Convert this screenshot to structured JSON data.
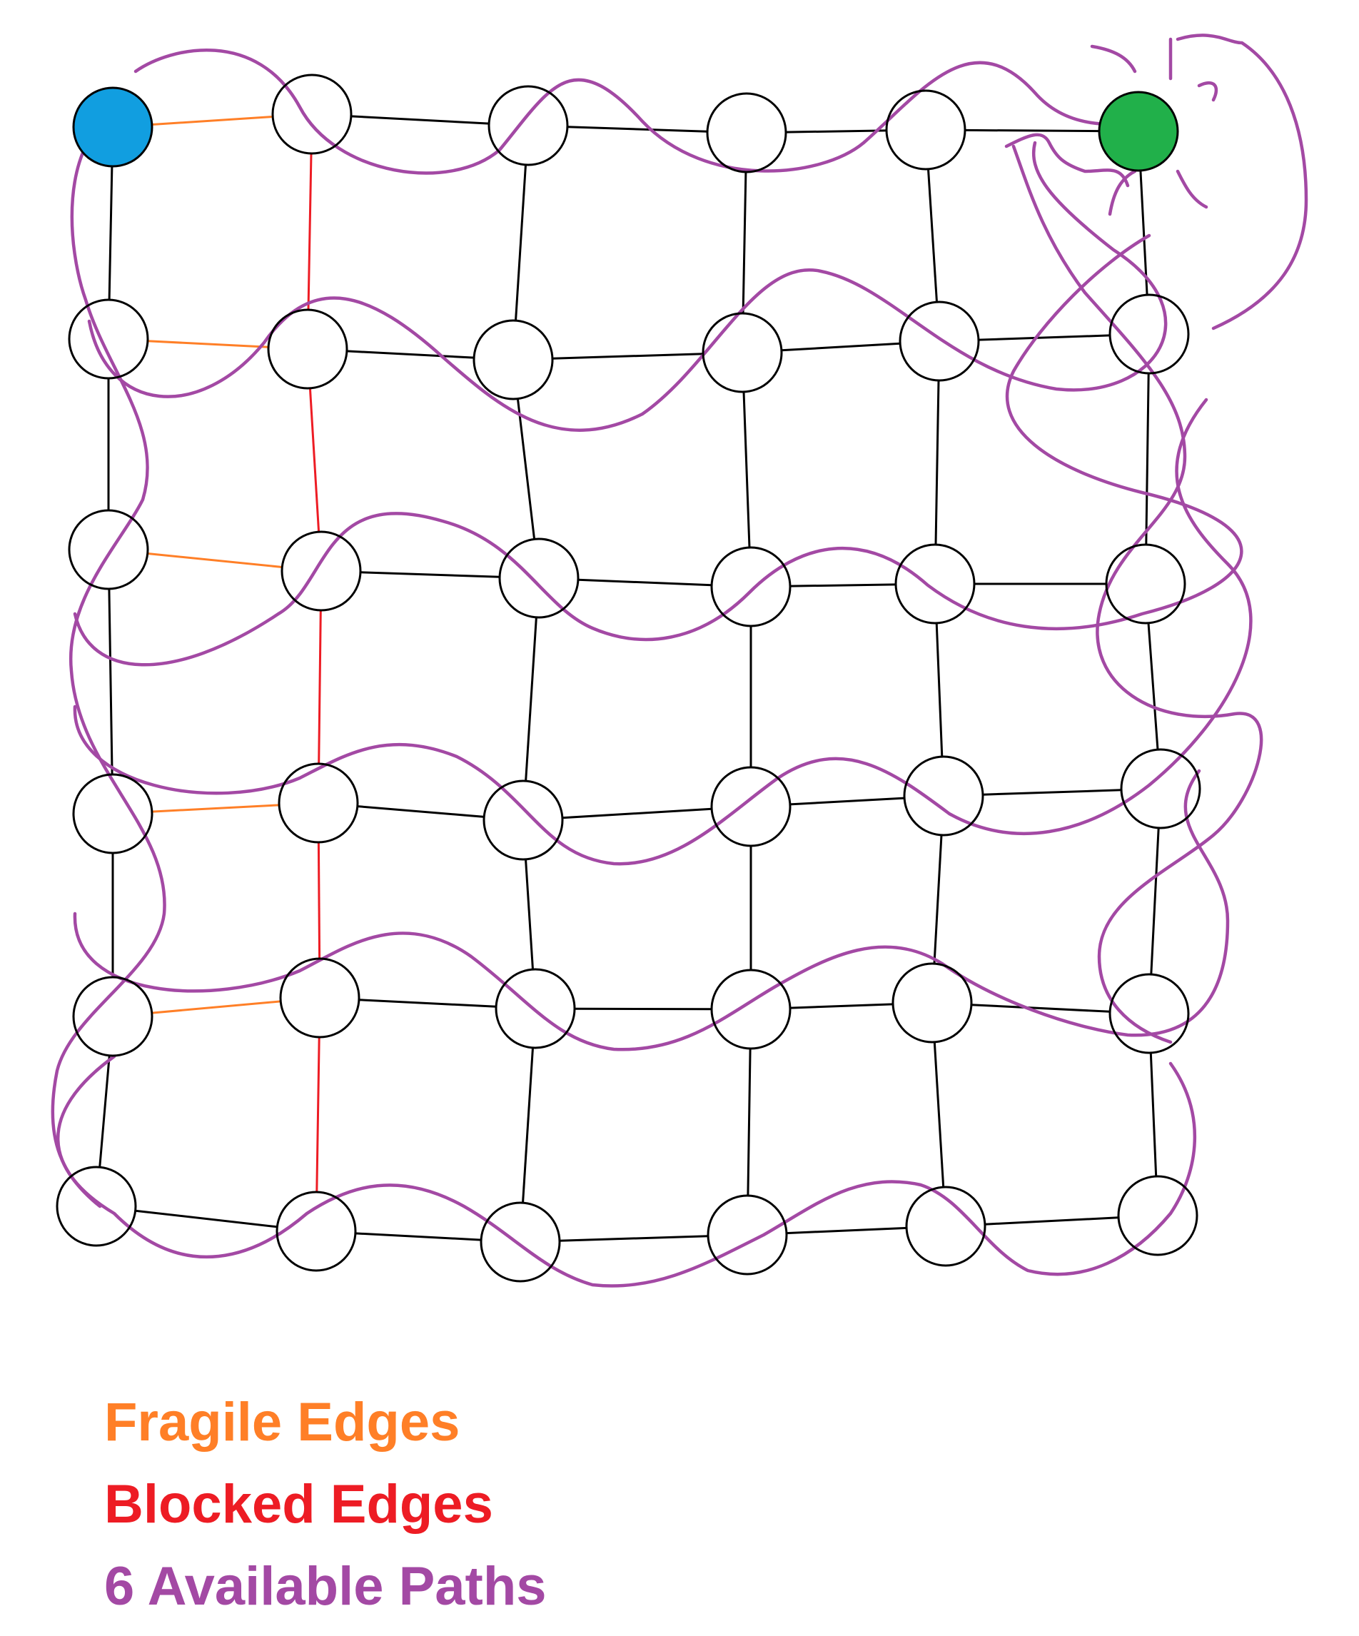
{
  "colors": {
    "background": "#ffffff",
    "start_node": "#119ee0",
    "goal_node": "#21b04a",
    "fragile": "#ff7f27",
    "blocked": "#ed1c24",
    "path": "#a349a4",
    "edge": "#000000"
  },
  "legend": {
    "fragile": "Fragile Edges",
    "blocked": "Blocked Edges",
    "paths": "6 Available Paths"
  },
  "graph": {
    "rows": 6,
    "cols": 6,
    "start": [
      0,
      0
    ],
    "goal": [
      0,
      5
    ],
    "fragile_edges": [
      [
        [
          0,
          0
        ],
        [
          0,
          1
        ]
      ],
      [
        [
          1,
          0
        ],
        [
          1,
          1
        ]
      ],
      [
        [
          2,
          0
        ],
        [
          2,
          1
        ]
      ],
      [
        [
          3,
          0
        ],
        [
          3,
          1
        ]
      ],
      [
        [
          4,
          0
        ],
        [
          4,
          1
        ]
      ]
    ],
    "blocked_edges": [
      [
        [
          0,
          1
        ],
        [
          1,
          1
        ]
      ],
      [
        [
          1,
          1
        ],
        [
          2,
          1
        ]
      ],
      [
        [
          2,
          1
        ],
        [
          3,
          1
        ]
      ],
      [
        [
          3,
          1
        ],
        [
          4,
          1
        ]
      ],
      [
        [
          4,
          1
        ],
        [
          5,
          1
        ]
      ]
    ]
  }
}
